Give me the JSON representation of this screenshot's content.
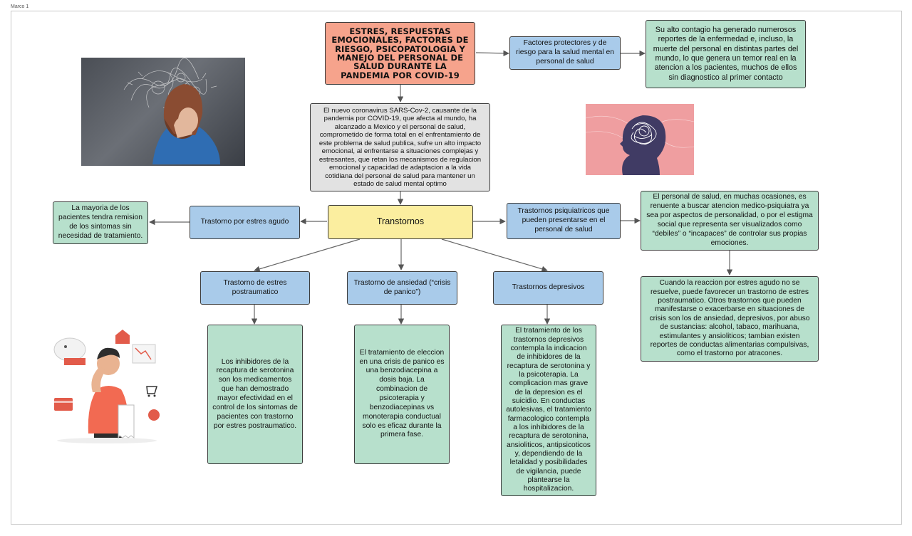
{
  "frame": {
    "label": "Marco 1"
  },
  "nodes": {
    "title": "ESTRES, RESPUESTAS EMOCIONALES, FACTORES DE RIESGO, PSICOPATOLOGIA Y MANEJO DEL PERSONAL DE SALUD DURANTE LA PANDEMIA POR COVID-19",
    "factores": "Factores protectores y de riesgo para la salud mental en personal de salud",
    "contagio": "Su alto contagio ha generado numerosos reportes de la enfermedad e, incluso, la muerte del personal en distintas partes del mundo, lo que genera un temor real en la atencion a los pacientes, muchos de ellos sin diagnostico al primer contacto",
    "intro": "El nuevo coronavirus SARS-Cov-2, causante de la pandemia por COVID-19, que afecta al mundo, ha alcanzado a Mexico y el personal de salud, comprometido de forma total en el enfrentamiento de este problema de salud publica, sufre un alto impacto emocional, al enfrentarse a situaciones complejas y estresantes, que retan los mecanismos de regulacion emocional y capacidad de adaptacion a la vida cotidiana del personal de salud para mantener un estado de salud mental optimo",
    "transtornos": "Transtornos",
    "estres_agudo": "Trastorno por estres agudo",
    "remision": "La mayoria de los pacientes tendra remision de los sintomas sin necesidad de tratamiento.",
    "psiquiatricos": "Trastornos psiquiatricos que pueden presentarse en el personal de salud",
    "renuente": "El personal de salud, en muchas ocasiones, es renuente a buscar atencion medico-psiquiatra ya sea por aspectos de personalidad, o por el estigma social que representa ser visualizados como “debiles” o “incapaces” de controlar sus propias emociones.",
    "reaccion": "Cuando la reaccion por estres agudo no se resuelve, puede favorecer un trastorno de estres postraumatico. Otros trastornos que pueden manifestarse o exacerbarse en situaciones de crisis son los de ansiedad, depresivos, por abuso de sustancias: alcohol, tabaco, marihuana, estimulantes y ansioliticos; tambian existen reportes de conductas alimentarias compulsivas, como el trastorno por atracones.",
    "postraumatico": "Trastorno de estres postraumatico",
    "ansiedad": "Trastorno de ansiedad (“crisis de panico”)",
    "depresivos": "Trastornos depresivos",
    "inhibidores": "Los inhibidores de la recaptura de serotonina son los medicamentos que han demostrado mayor efectividad en el control de los sintomas de pacientes con trastorno por estres postraumatico.",
    "eleccion": "El tratamiento de eleccion en una crisis de panico es una benzodiacepina a dosis baja. La combinacion de psicoterapia y benzodiacepinas vs monoterapia conductual solo es eficaz durante la primera fase.",
    "tratamiento_dep": "El tratamiento de los trastornos depresivos contempla la indicacion de inhibidores de la recaptura de serotonina y la psicoterapia. La complicacion mas grave de la depresion es el suicidio. En conductas autolesivas, el tratamiento farmacologico contempla a los inhibidores de la recaptura de serotonina, ansioliticos, antipsicoticos y, dependiendo de la letalidad y posibilidades de vigilancia, puede plantearse la hospitalizacion."
  },
  "images": {
    "stressed_woman": "stressed-woman-photo",
    "head_silhouette": "tangled-thoughts-head-illustration",
    "worried_man": "worried-man-finances-illustration"
  },
  "colors": {
    "title": "#f6a38c",
    "intro": "#e2e2e2",
    "blue": "#a9cbea",
    "green": "#b7e0cc",
    "yellow": "#fbee9f"
  }
}
